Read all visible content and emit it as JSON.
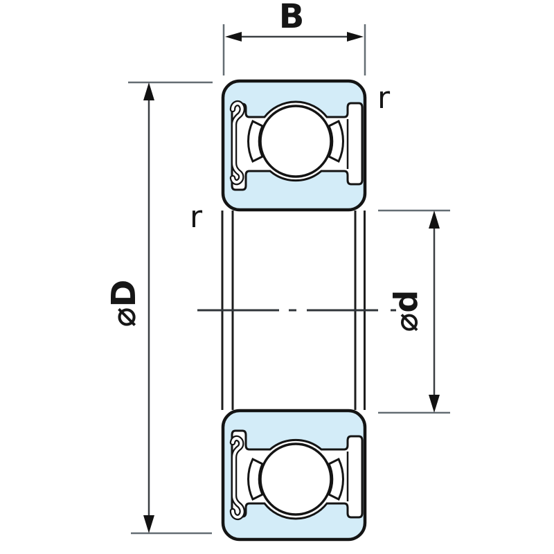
{
  "labels": {
    "width_dimension": "B",
    "outer_diameter_dimension": "⌀D",
    "bore_diameter_dimension": "⌀d",
    "corner_radius_top_right": "r",
    "corner_radius_left": "r"
  },
  "colors": {
    "ring_fill": "#d3ecf8",
    "outline": "#141414",
    "dimension_line": "#3a3f42",
    "extension_line": "#646d73",
    "centerline": "#30353a",
    "arrow_fill": "#121212",
    "background": "#ffffff"
  }
}
